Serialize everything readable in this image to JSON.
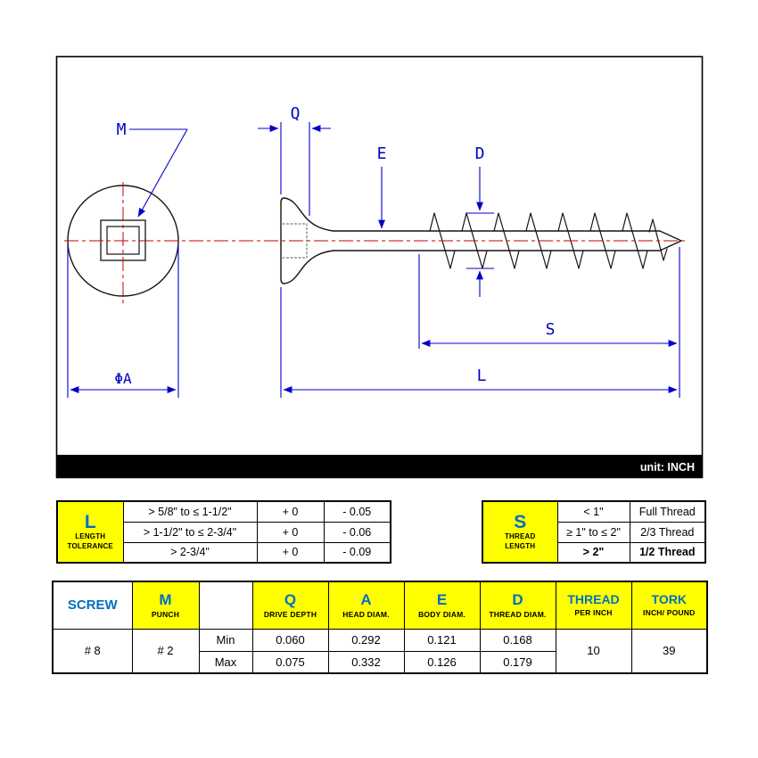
{
  "drawing": {
    "unit_note": "unit: INCH",
    "labels": {
      "punch": "M",
      "drive_depth": "Q",
      "body_diam": "E",
      "thread_diam": "D",
      "thread_length": "S",
      "length": "L",
      "head_diam": "ΦA"
    }
  },
  "length_tolerance_table": {
    "symbol": "L",
    "title_line1": "LENGTH",
    "title_line2": "TOLERANCE",
    "rows": [
      {
        "range": "> 5/8\" to ≤ 1-1/2\"",
        "plus": "+ 0",
        "minus": "- 0.05"
      },
      {
        "range": "> 1-1/2\" to ≤ 2-3/4\"",
        "plus": "+ 0",
        "minus": "- 0.06"
      },
      {
        "range": "> 2-3/4\"",
        "plus": "+ 0",
        "minus": "- 0.09"
      }
    ]
  },
  "thread_length_table": {
    "symbol": "S",
    "title_line1": "THREAD",
    "title_line2": "LENGTH",
    "rows": [
      {
        "range": "< 1\"",
        "value": "Full Thread"
      },
      {
        "range": "≥ 1\" to ≤ 2\"",
        "value": "2/3 Thread"
      },
      {
        "range": "> 2\"",
        "value": "1/2 Thread"
      }
    ]
  },
  "spec_table": {
    "headers": {
      "screw": {
        "title": "SCREW"
      },
      "punch": {
        "title": "M",
        "sub": "PUNCH"
      },
      "drive_depth": {
        "title": "Q",
        "sub": "DRIVE DEPTH"
      },
      "head_diam": {
        "title": "A",
        "sub": "HEAD DIAM."
      },
      "body_diam": {
        "title": "E",
        "sub": "BODY DIAM."
      },
      "thread_diam": {
        "title": "D",
        "sub": "THREAD DIAM."
      },
      "thread_per_inch": {
        "title": "THREAD",
        "sub": "PER INCH"
      },
      "tork": {
        "title": "TORK",
        "sub": "INCH/ POUND"
      }
    },
    "row_labels": {
      "min": "Min",
      "max": "Max"
    },
    "screw_size": "# 8",
    "punch_size": "# 2",
    "min": {
      "drive_depth": "0.060",
      "head_diam": "0.292",
      "body_diam": "0.121",
      "thread_diam": "0.168"
    },
    "max": {
      "drive_depth": "0.075",
      "head_diam": "0.332",
      "body_diam": "0.126",
      "thread_diam": "0.179"
    },
    "thread_per_inch": "10",
    "tork": "39"
  },
  "colors": {
    "dimension_blue": "#0000C8",
    "centerline_red": "#C00000",
    "table_yellow": "#FFFF00",
    "header_blue": "#0070C0"
  }
}
